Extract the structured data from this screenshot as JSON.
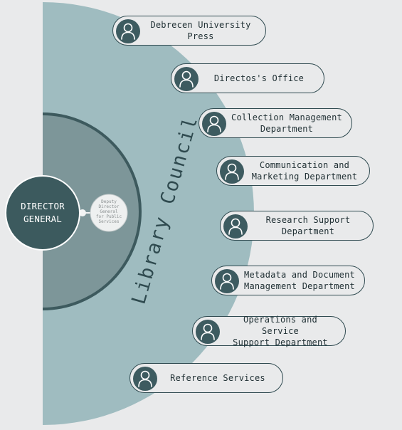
{
  "center": {
    "director_line1": "DIRECTOR",
    "director_line2": "GENERAL",
    "deputy_lines": [
      "Deputy",
      "Director",
      "General",
      "for Public",
      "Services"
    ]
  },
  "council_label": "Library Council",
  "units": [
    {
      "line1": "Debrecen University",
      "line2": "Press"
    },
    {
      "line1": "Directos's Office",
      "line2": ""
    },
    {
      "line1": "Collection Management",
      "line2": "Department"
    },
    {
      "line1": "Communication and",
      "line2": "Marketing Department"
    },
    {
      "line1": "Research Support",
      "line2": "Department"
    },
    {
      "line1": "Metadata and Document",
      "line2": "Management Department"
    },
    {
      "line1": "Operations and Service",
      "line2": "Support Department"
    },
    {
      "line1": "Reference Services",
      "line2": ""
    }
  ],
  "icons": {
    "unit_icon": "user-icon",
    "director_icon": "none"
  },
  "colors": {
    "background": "#e9eaeb",
    "outer_band": "#9fbcc0",
    "middle_band": "#7d9699",
    "middle_border": "#3d5a5e",
    "director_circle": "#3c5a5e",
    "icon_fill": "#3d5b60",
    "text": "#1f2f33"
  }
}
